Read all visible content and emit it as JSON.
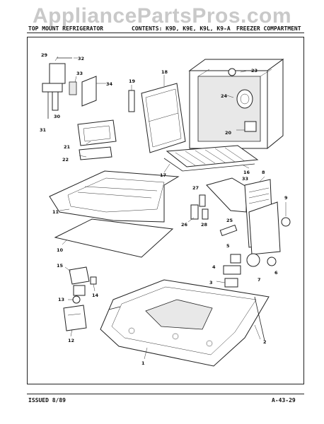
{
  "watermark": "AppliancePartsPros.com",
  "header": {
    "left": "TOP MOUNT REFRIGERATOR",
    "center": "CONTENTS: K9D, K9E, K9L, K9-A",
    "right": "FREEZER COMPARTMENT"
  },
  "footer": {
    "issued": "ISSUED 8/89",
    "page_code": "A-43-29"
  },
  "callouts": {
    "c1": "1",
    "c2": "2",
    "c3": "3",
    "c4": "4",
    "c5": "5",
    "c6": "6",
    "c7": "7",
    "c8": "8",
    "c9": "9",
    "c10": "10",
    "c11": "11",
    "c12": "12",
    "c13": "13",
    "c14": "14",
    "c15": "15",
    "c16": "16",
    "c17": "17",
    "c18": "18",
    "c19": "19",
    "c20": "20",
    "c21": "21",
    "c22": "22",
    "c23": "23",
    "c24": "24",
    "c25": "25",
    "c26": "26",
    "c27": "27",
    "c28": "28",
    "c29": "29",
    "c30": "30",
    "c31": "31",
    "c32": "32",
    "c33": "33",
    "c34": "34",
    "c33b": "33"
  }
}
